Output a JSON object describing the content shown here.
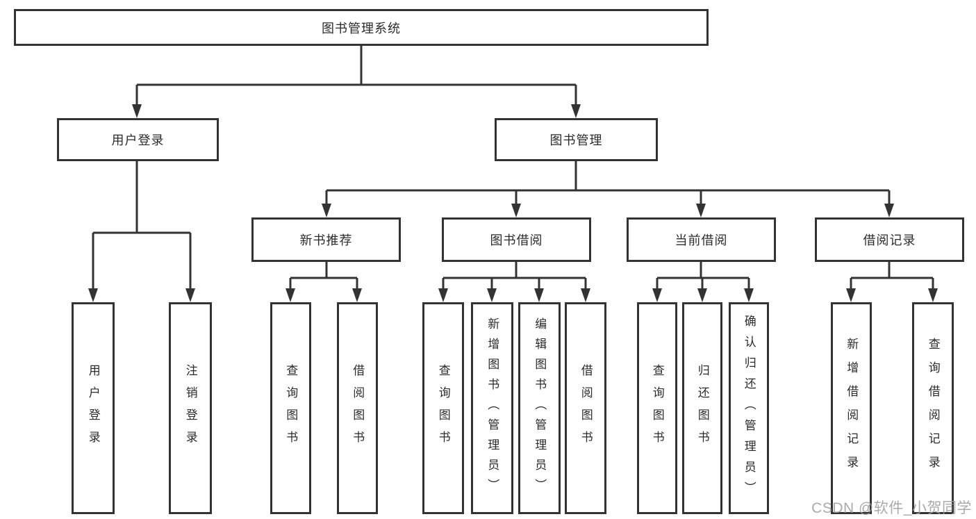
{
  "colors": {
    "background": "#ffffff",
    "line": "#333333",
    "text": "#2b2b2b",
    "watermark_text_color": "#9e9e9e"
  },
  "diagram": {
    "root": {
      "label": "图书管理系统"
    },
    "branches": [
      {
        "label": "用户登录",
        "children": [
          {
            "label": "用户登录"
          },
          {
            "label": "注销登录"
          }
        ]
      },
      {
        "label": "图书管理",
        "children": [
          {
            "label": "新书推荐",
            "children": [
              {
                "label": "查询图书"
              },
              {
                "label": "借阅图书"
              }
            ]
          },
          {
            "label": "图书借阅",
            "children": [
              {
                "label": "查询图书"
              },
              {
                "label": "新增图书（管理员）"
              },
              {
                "label": "编辑图书（管理员）"
              },
              {
                "label": "借阅图书"
              }
            ]
          },
          {
            "label": "当前借阅",
            "children": [
              {
                "label": "查询图书"
              },
              {
                "label": "归还图书"
              },
              {
                "label": "确认归还（管理员）"
              }
            ]
          },
          {
            "label": "借阅记录",
            "children": [
              {
                "label": "新增借阅记录"
              },
              {
                "label": "查询借阅记录"
              }
            ]
          }
        ]
      }
    ]
  },
  "watermark": {
    "text": "CSDN @软件_小贺同学"
  }
}
